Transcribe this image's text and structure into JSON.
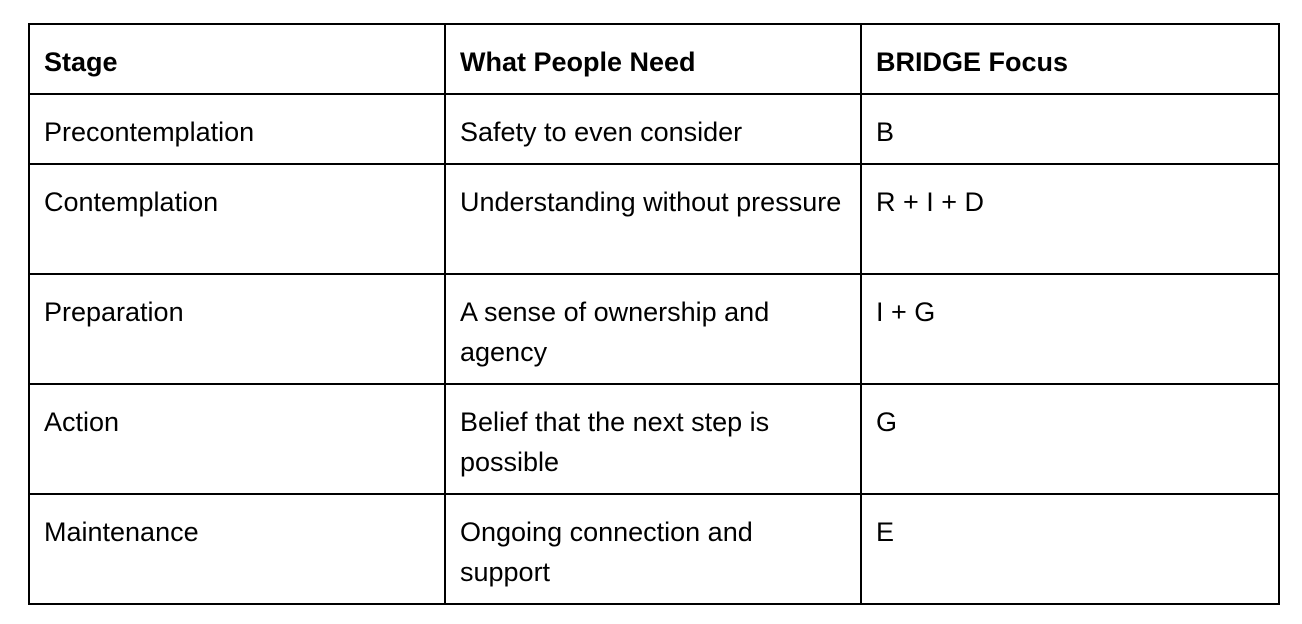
{
  "table": {
    "headers": [
      "Stage",
      "What People Need",
      "BRIDGE Focus"
    ],
    "rows": [
      {
        "stage": "Precontemplation",
        "need": "Safety to even consider",
        "focus": "B"
      },
      {
        "stage": "Contemplation",
        "need": "Understanding without pressure",
        "focus": "R + I + D"
      },
      {
        "stage": "Preparation",
        "need": "A sense of ownership and agency",
        "focus": "I + G"
      },
      {
        "stage": "Action",
        "need": "Belief that the next step is possible",
        "focus": "G"
      },
      {
        "stage": "Maintenance",
        "need": "Ongoing connection and support",
        "focus": "E"
      }
    ]
  }
}
